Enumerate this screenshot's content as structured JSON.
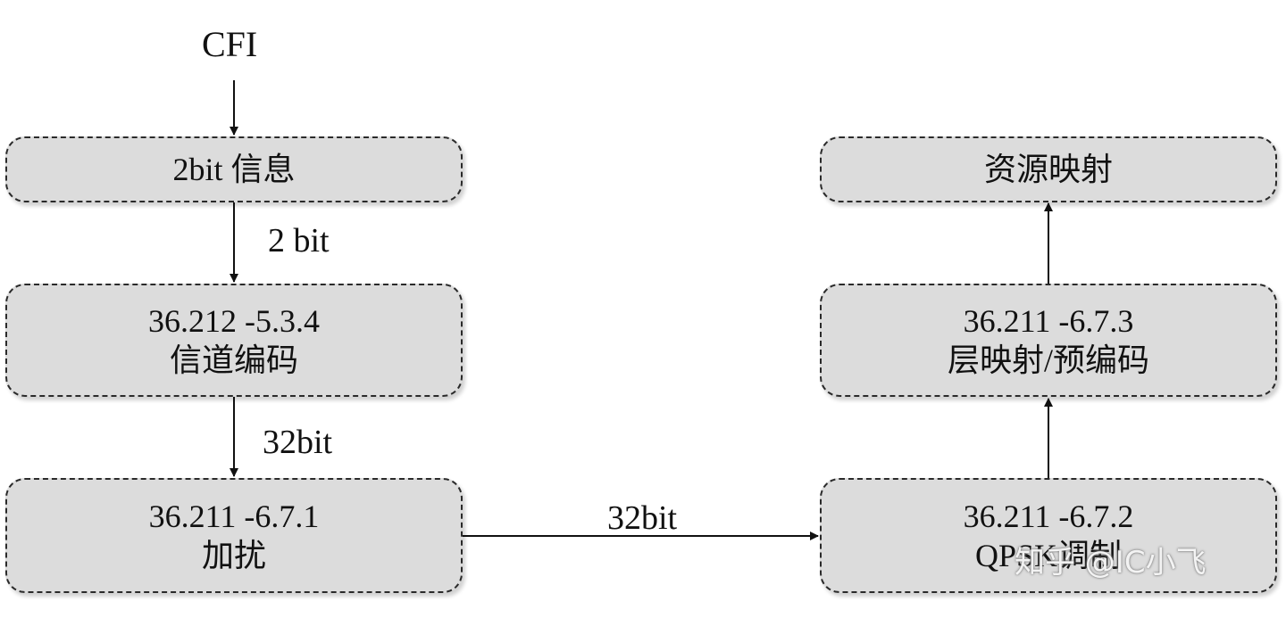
{
  "input_label": "CFI",
  "boxes": {
    "info": {
      "line1": "2bit 信息"
    },
    "channel_coding": {
      "line1": "36.212 -5.3.4",
      "line2": "信道编码"
    },
    "scrambling": {
      "line1": "36.211 -6.7.1",
      "line2": "加扰"
    },
    "modulation": {
      "line1": "36.211 -6.7.2",
      "line2": "QPSK调制"
    },
    "layer_mapping": {
      "line1": "36.211 -6.7.3",
      "line2": "层映射/预编码"
    },
    "resource_mapping": {
      "line1": "资源映射"
    }
  },
  "edge_labels": {
    "info_to_coding": "2 bit",
    "coding_to_scrambling": "32bit",
    "scrambling_to_modulation": "32bit"
  },
  "watermark": "知乎 @IC小飞"
}
